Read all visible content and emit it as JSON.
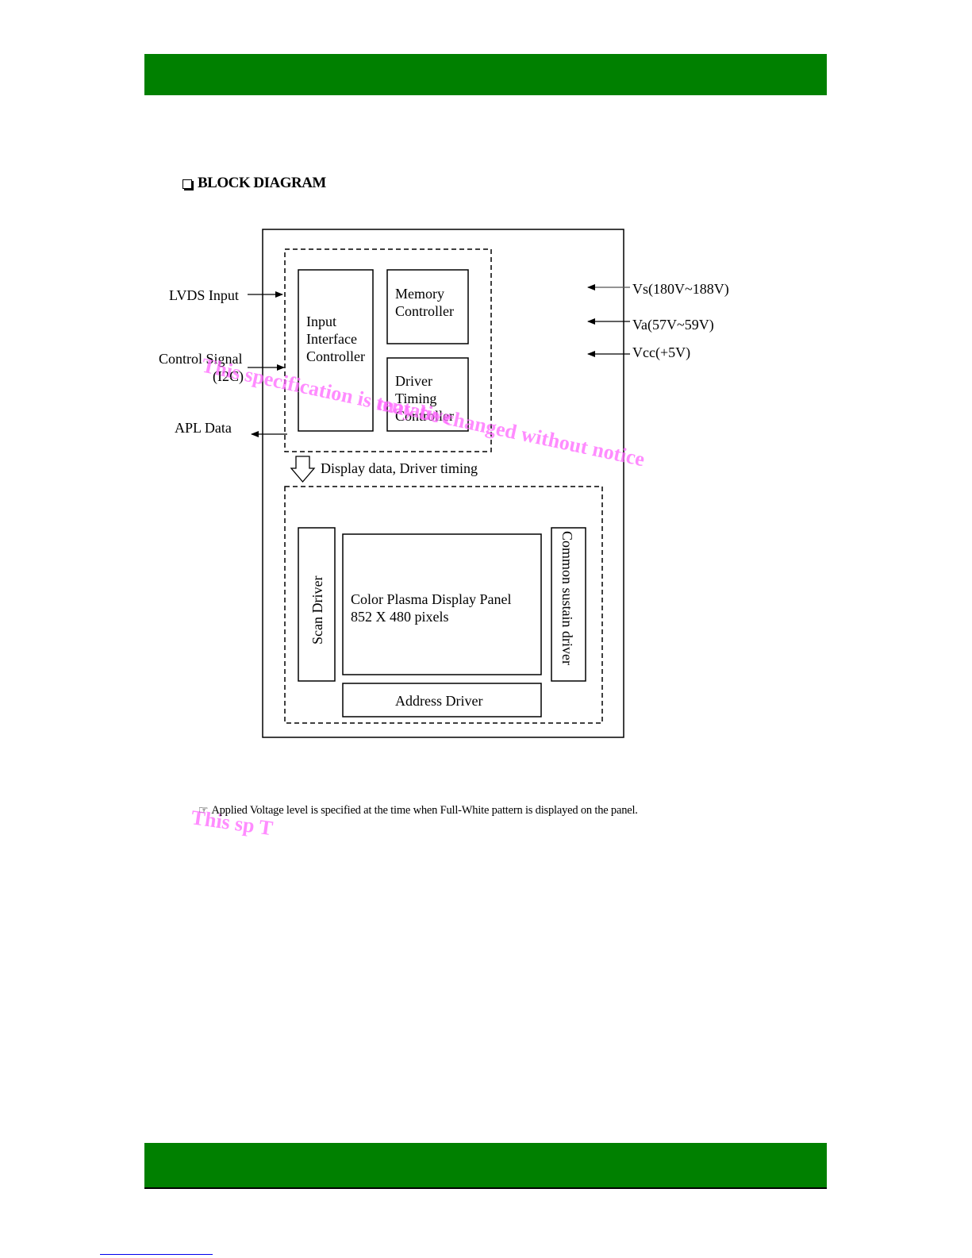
{
  "page": {
    "heading": "BLOCK DIAGRAM",
    "note": "Applied Voltage level  is specified at the  time when Full-White  pattern is displayed on  the panel.",
    "band_color": "#008000"
  },
  "diagram": {
    "inputs": {
      "lvds": "LVDS Input",
      "control_line1": "Control Signal",
      "control_line2": "(I2C)",
      "apl": "APL Data"
    },
    "controllers": {
      "input_interface": [
        "Input",
        "Interface",
        "Controller"
      ],
      "memory": [
        "Memory",
        "Controller"
      ],
      "driver_timing": [
        "Driver",
        "Timing",
        "Controller"
      ]
    },
    "flow_label": "Display data, Driver timing",
    "panel": {
      "scan_driver": "Scan Driver",
      "display_panel_line1": "Color Plasma Display Panel",
      "display_panel_line2": "852 X 480 pixels",
      "common_sustain": "Common sustain driver",
      "address_driver": "Address Driver"
    },
    "voltages": {
      "vs": "Vs(180V~188V)",
      "va": "Va(57V~59V)",
      "vcc": "Vcc(+5V)"
    }
  },
  "watermark": {
    "line1": "This specification is tentative",
    "line2": "may be changed  without  notice",
    "note_overlay": "This sp          T"
  }
}
